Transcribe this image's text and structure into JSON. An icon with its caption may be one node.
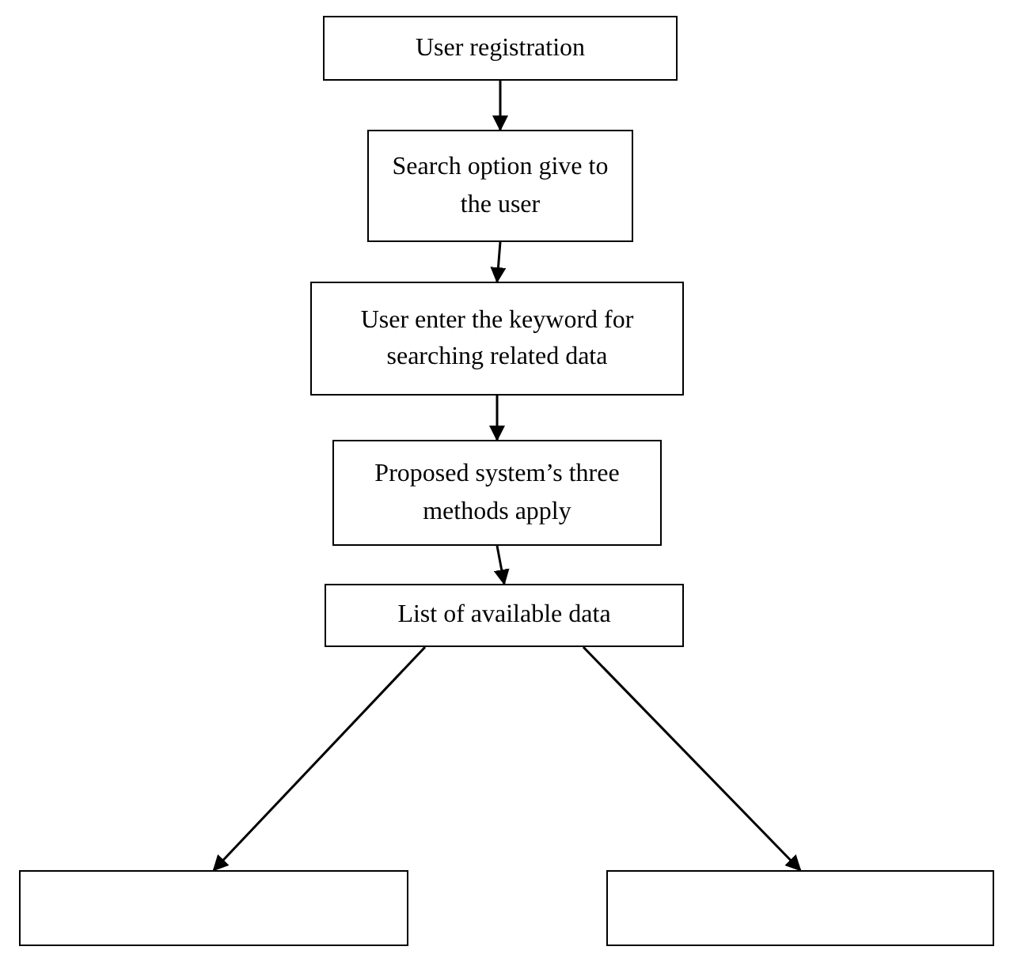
{
  "diagram": {
    "nodes": [
      {
        "text": [
          "User registration"
        ]
      },
      {
        "text": [
          "Search option give to the user"
        ]
      },
      {
        "text": [
          "User enter the keyword for searching related data"
        ]
      },
      {
        "text": [
          "Proposed system’s three methods apply"
        ]
      },
      {
        "text": [
          "List of available data"
        ]
      },
      {
        "text": [],
        "shape": "box"
      },
      {
        "text": [],
        "shape": "box"
      }
    ],
    "edges": [
      {
        "from": 0,
        "to": 1,
        "arrow": "to"
      },
      {
        "from": 1,
        "to": 2,
        "arrow": "to"
      },
      {
        "from": 2,
        "to": 3,
        "arrow": "to"
      },
      {
        "from": 3,
        "to": 4,
        "arrow": "to"
      },
      {
        "from": 4,
        "to": 5,
        "arrow": "to"
      },
      {
        "from": 4,
        "to": 6,
        "arrow": "to"
      }
    ]
  }
}
